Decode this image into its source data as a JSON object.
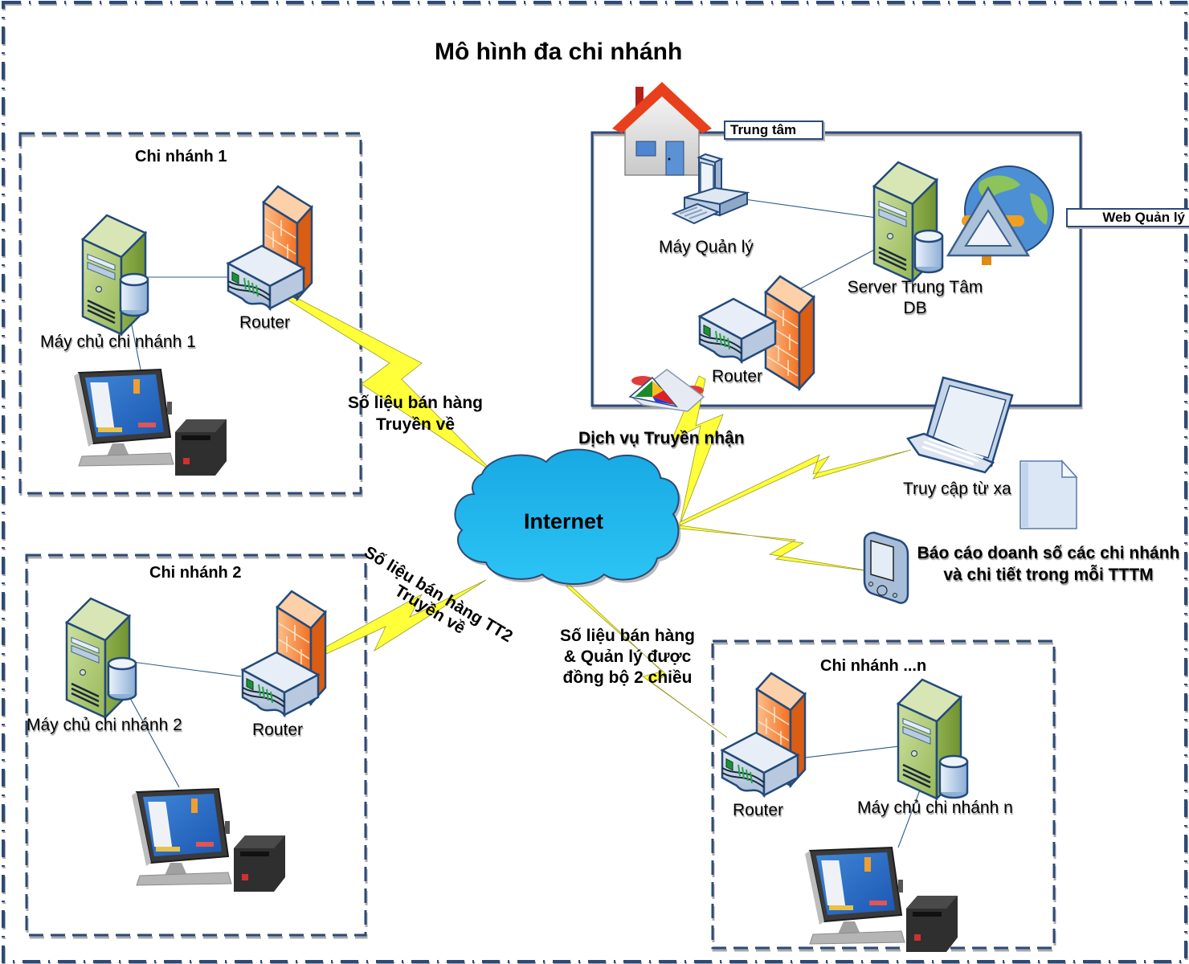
{
  "title": "Mô hình đa chi  nhánh",
  "colors": {
    "group_border": "#2c4a78",
    "lightning": "#ffff33",
    "cloud_fill": "#1eb4ec",
    "server_green": "#9bbb59",
    "firewall_orange": "#f47a20",
    "house_roof": "#e8401c"
  },
  "center": {
    "tag": "Trung tâm",
    "web_tag": "Web Quản lý",
    "manager_pc_label": "Máy Quản lý",
    "server_label_line1": "Server Trung Tâm",
    "server_label_line2": "DB",
    "router_label": "Router",
    "icons": [
      "house-icon",
      "desktop-computer-icon",
      "server-icon",
      "database-icon",
      "globe-icon",
      "web-app-icon",
      "firewall-icon",
      "router-icon",
      "transfer-service-icon"
    ]
  },
  "branches": [
    {
      "title": "Chi nhánh 1",
      "server_label": "Máy chủ chi nhánh 1",
      "router_label": "Router"
    },
    {
      "title": "Chi nhánh 2",
      "server_label": "Máy chủ chi nhánh 2",
      "router_label": "Router"
    },
    {
      "title": "Chi nhánh ...n",
      "server_label": "Máy chủ chi nhánh n",
      "router_label": "Router"
    }
  ],
  "internet_label": "Internet",
  "links": {
    "branch1_line1": "Số liệu bán hàng",
    "branch1_line2": "Truyền về",
    "branch2_line1": "Số liệu bán hàng TT2",
    "branch2_line2": "Truyền về",
    "branchn_line1": "Số liệu bán hàng",
    "branchn_line2": "& Quản lý được",
    "branchn_line3": "đồng bộ 2 chiều",
    "service": "Dịch vụ Truyền nhận"
  },
  "remote": {
    "laptop_label": "Truy cập từ xa",
    "report_line1": "Báo cáo doanh số các chi nhánh",
    "report_line2": "và chi tiết trong mỗi TTTM"
  }
}
